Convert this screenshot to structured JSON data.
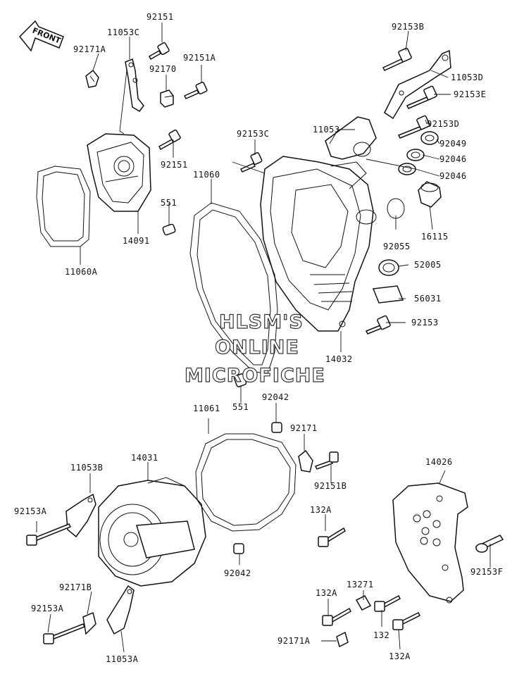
{
  "front_arrow": "FRONT",
  "watermark": {
    "line1": "HLSM'S",
    "line2": "ONLINE",
    "line3": "MICROFICHE"
  },
  "labels": {
    "p92151_top": "92151",
    "p11053C": "11053C",
    "p92171A_top": "92171A",
    "p92170": "92170",
    "p92151A": "92151A",
    "p92153B": "92153B",
    "p11053D": "11053D",
    "p92153E": "92153E",
    "p11053": "11053",
    "p92153C": "92153C",
    "p92153D": "92153D",
    "p92049": "92049",
    "p92046_a": "92046",
    "p92046_b": "92046",
    "p92151_mid": "92151",
    "p11060": "11060",
    "p551_top": "551",
    "p14091": "14091",
    "p11060A": "11060A",
    "p16115": "16115",
    "p92055": "92055",
    "p52005": "52005",
    "p56031": "56031",
    "p92153": "92153",
    "p14032": "14032",
    "p551_bot": "551",
    "p92042_top": "92042",
    "p11061": "11061",
    "p92171": "92171",
    "p14031": "14031",
    "p11053B": "11053B",
    "p92151B": "92151B",
    "p14026": "14026",
    "p92153A_top": "92153A",
    "p132A_top": "132A",
    "p92042_bot": "92042",
    "p92153F": "92153F",
    "p13271": "13271",
    "p92171B": "92171B",
    "p132A_mid": "132A",
    "p92153A_bot": "92153A",
    "p132": "132",
    "p11053A": "11053A",
    "p92171A_bot": "92171A",
    "p132A_bot": "132A"
  }
}
